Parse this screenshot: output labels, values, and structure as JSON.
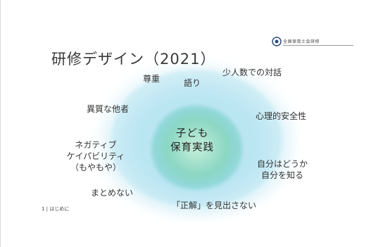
{
  "slide": {
    "title": "研修デザイン（2021）",
    "footer": "1 | はじめに",
    "logo_text": "全国保育士会研修"
  },
  "diagram": {
    "center": [
      "子ども",
      "保育実践"
    ],
    "words": {
      "respect": "尊重",
      "narration": "語り",
      "small_group": "少人数での対話",
      "heterogeneous": "異質な他者",
      "psych_safety": "心理的安全性",
      "negative_capability": [
        "ネガティブ",
        "ケイパビリティ",
        "（もやもや）"
      ],
      "self_knowing": [
        "自分はどうか",
        "自分を知る"
      ],
      "no_conclusion": "まとめない",
      "no_right_answer": "「正解」を見出さない"
    }
  },
  "colors": {
    "outer_blob": "#9ed7ea",
    "inner_blob": "#7fd0be",
    "text": "#333333"
  }
}
